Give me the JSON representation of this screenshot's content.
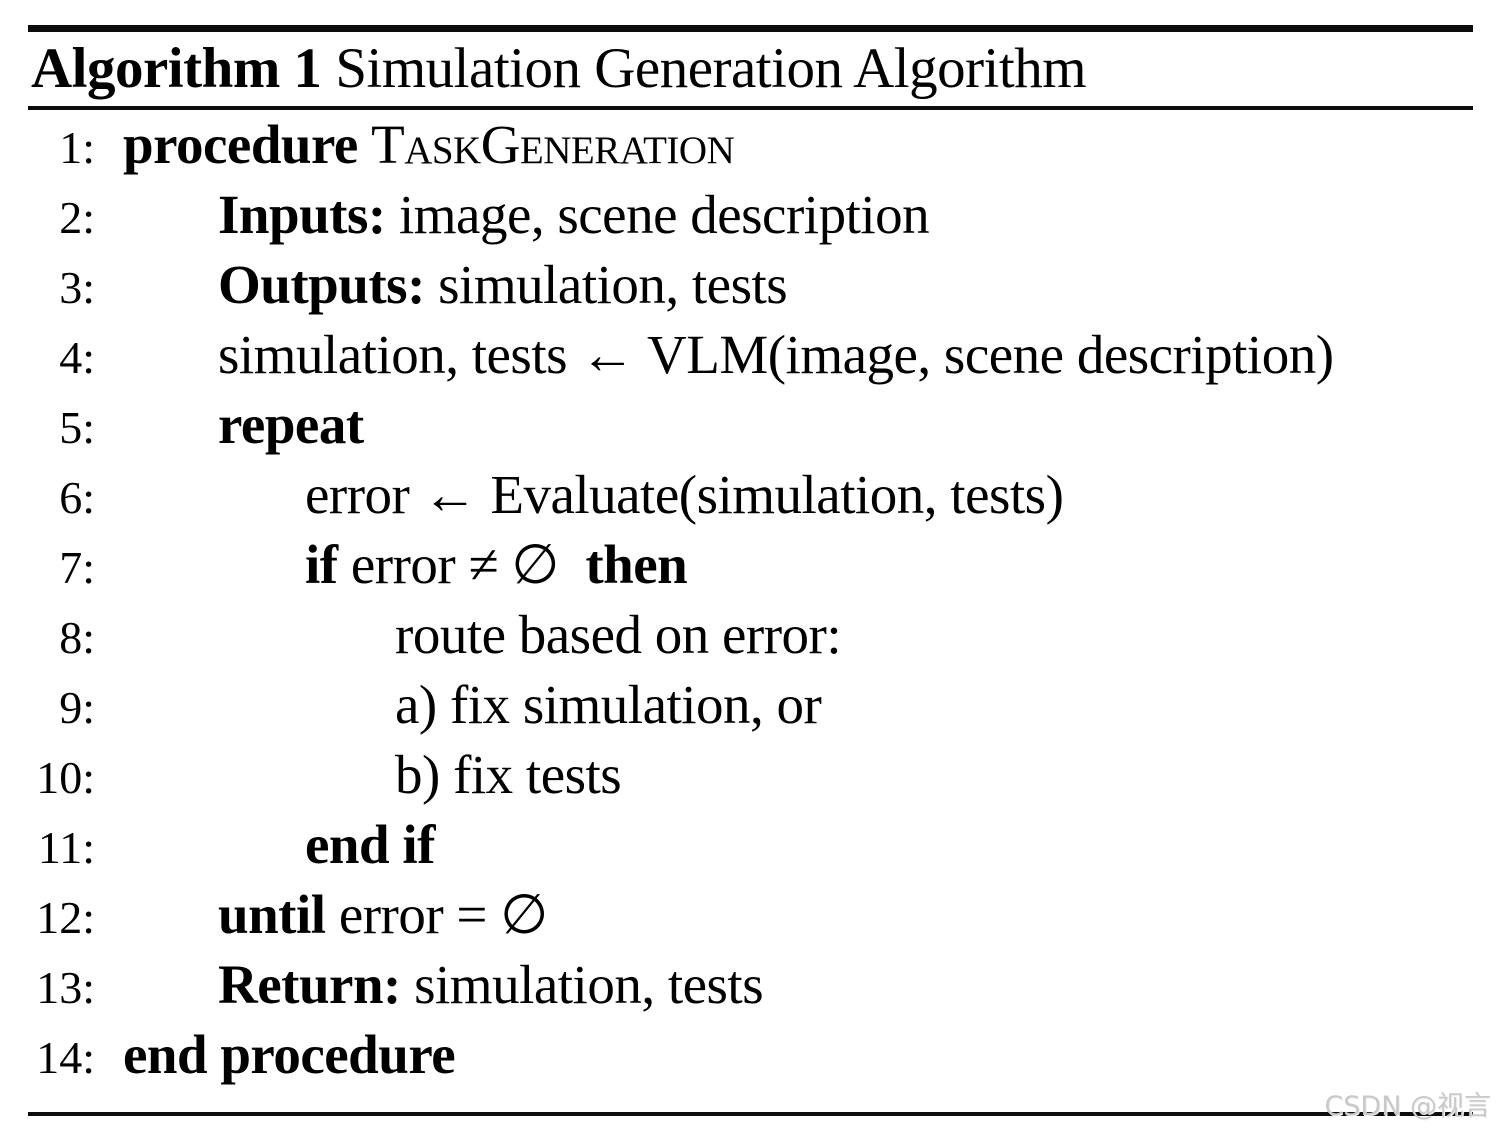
{
  "algorithm": {
    "caption_bold": "Algorithm 1",
    "caption_rest": " Simulation Generation Algorithm"
  },
  "lines": [
    {
      "num": "1:",
      "segments": [
        "procedure ",
        "TaskGeneration"
      ]
    },
    {
      "num": "2:",
      "segments": [
        "Inputs:",
        " image, scene description"
      ]
    },
    {
      "num": "3:",
      "segments": [
        "Outputs:",
        " simulation, tests"
      ]
    },
    {
      "num": "4:",
      "segments": [
        "simulation, tests ← VLM(image, scene description)"
      ]
    },
    {
      "num": "5:",
      "segments": [
        "repeat"
      ]
    },
    {
      "num": "6:",
      "segments": [
        "error ← Evaluate(simulation, tests)"
      ]
    },
    {
      "num": "7:",
      "segments": [
        "if",
        " error ≠ ∅  ",
        "then"
      ]
    },
    {
      "num": "8:",
      "segments": [
        "route based on error:"
      ]
    },
    {
      "num": "9:",
      "segments": [
        "a) fix simulation, or"
      ]
    },
    {
      "num": "10:",
      "segments": [
        "b) fix tests"
      ]
    },
    {
      "num": "11:",
      "segments": [
        "end if"
      ]
    },
    {
      "num": "12:",
      "segments": [
        "until",
        " error = ∅"
      ]
    },
    {
      "num": "13:",
      "segments": [
        "Return:",
        " simulation, tests"
      ]
    },
    {
      "num": "14:",
      "segments": [
        "end procedure"
      ]
    }
  ],
  "watermark": "CSDN @视言",
  "colors": {
    "text": "#000000",
    "rule": "#0d0d0d",
    "watermark": "#c9c9c9"
  }
}
